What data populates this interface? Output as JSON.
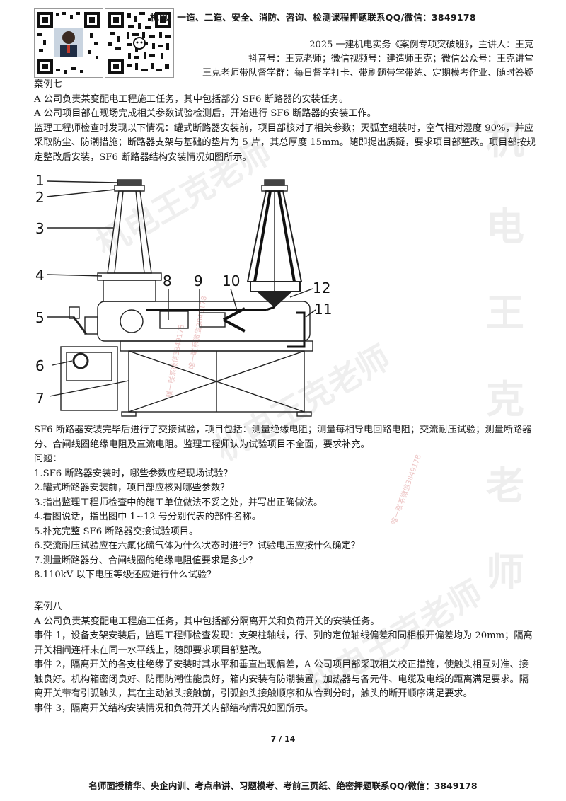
{
  "header": {
    "top_ad": "机电、一造、二造、安全、消防、咨询、检测课程押题联系QQ/微信：3849178",
    "course_line": "2025 一建机电实务《案例专项突破班》，主讲人：王克",
    "social_line": "抖音号：王克老师；微信视频号：建造师王克；微信公众号：王克讲堂",
    "group_line": "王克老师带队督学群：每日督学打卡、带刷题带学带练、定期模考作业、随时答疑"
  },
  "case7": {
    "title": "案例七",
    "p1": "A 公司负责某变配电工程施工任务，其中包括部分 SF6 断路器的安装任务。",
    "p2": "A 公司项目部在现场完成相关参数试验检测后，开始进行 SF6 断路器的安装工作。",
    "p3": "监理工程师检查时发现以下情况：罐式断路器安装前，项目部核对了相关参数；灭弧室组装时，空气相对湿度 90%，并应采取防尘、防潮措施；断路器支架与基础的垫片为 5 片，其总厚度 15mm。随即提出质疑，要求项目部整改。项目部按规定整改后安装，SF6 断路器结构安装情况如图所示。",
    "p4": "SF6 断路器安装完毕后进行了交接试验，项目包括：测量绝缘电阻；测量每相导电回路电阻；交流耐压试验；测量断路器分、合闸线圈绝缘电阻及直流电阻。监理工程师认为试验项目不全面，要求补充。",
    "q_title": "问题：",
    "q1": "1.SF6 断路器安装时，哪些参数应经现场试验？",
    "q2": "2.罐式断路器安装前，项目部应核对哪些参数？",
    "q3": "3.指出监理工程师检查中的施工单位做法不妥之处，并写出正确做法。",
    "q4": "4.看图说话，指出图中 1~12 号分别代表的部件名称。",
    "q5": "5.补充完整 SF6 断路器交接试验项目。",
    "q6": "6.交流耐压试验应在六氟化硫气体为什么状态时进行？试验电压应按什么确定？",
    "q7": "7.测量断路器分、合闸线圈的绝缘电阻值要求是多少？",
    "q8": "8.110kV 以下电压等级还应进行什么试验？"
  },
  "figure": {
    "labels": [
      "1",
      "2",
      "3",
      "4",
      "5",
      "6",
      "7",
      "8",
      "9",
      "10",
      "11",
      "12"
    ]
  },
  "case8": {
    "title": "案例八",
    "p1": "A 公司负责某变配电工程施工任务，其中包括部分隔离开关和负荷开关的安装任务。",
    "e1": "事件 1，设备支架安装后，监理工程师检查发现：支架柱轴线，行、列的定位轴线偏差和同相根开偏差均为 20mm；隔离开关相间连杆未在同一水平线上，随即要求项目部整改。",
    "e2": "事件 2，隔离开关的各支柱绝缘子安装时其水平和垂直出现偏差，A 公司项目部采取相关校正措施，使触头相互对准、接触良好。机构箱密闭良好、防雨防潮性能良好，箱内安装有防潮装置，加热器与各元件、电缆及电线的距离满足要求。隔离开关带有引弧触头，其在主动触头接触前，引弧触头接触顺序和从合到分时，触头的断开顺序满足要求。",
    "e3": "事件 3，隔离开关结构安装情况和负荷开关内部结构情况如图所示。"
  },
  "watermarks": {
    "vertical": [
      "机",
      "电",
      "王",
      "克",
      "老",
      "师"
    ],
    "diag1": "机电王克老师",
    "diag2": "机电王克老师",
    "diag3": "机电王克老师",
    "small1": "唯一联系微信3849178",
    "small2": "唯一联系微信3849178",
    "small3": "唯一联系微信3849178"
  },
  "page_number": "7 / 14",
  "footer": "名师面授精华、央企内训、考点串讲、习题模考、考前三页纸、绝密押题联系QQ/微信：3849178",
  "colors": {
    "text": "#1a1a1a",
    "watermark": "#787878",
    "stamp": "#c85050"
  }
}
